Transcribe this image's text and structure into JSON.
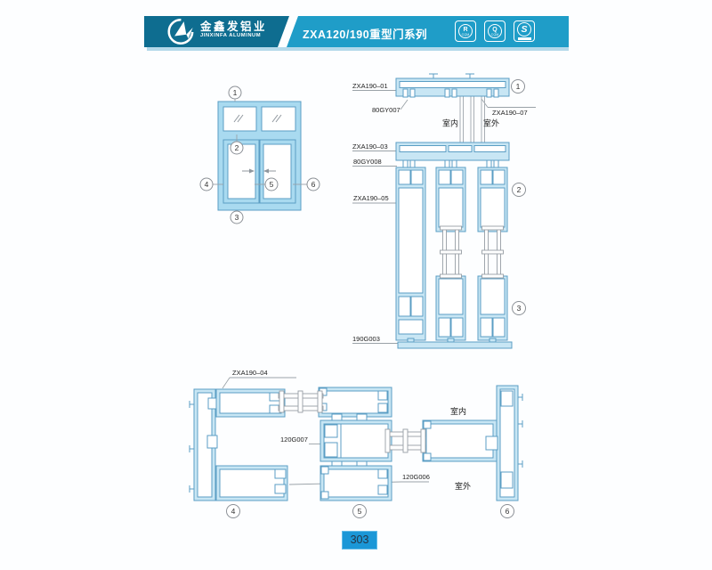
{
  "header": {
    "company_cn": "金鑫发铝业",
    "company_en": "JINXINFA ALUMINUM",
    "series_title": "ZXA120/190重型门系列",
    "arrow_glyph": "↘",
    "cert_icons": [
      {
        "name": "cqm-r",
        "letter": "R",
        "sub": "CQM"
      },
      {
        "name": "cqm-q",
        "letter": "Q",
        "sub": "CQM"
      },
      {
        "name": "s-mark",
        "letter": "S",
        "sub": ""
      }
    ],
    "colors": {
      "dark": "#0e6d90",
      "light": "#1f9dc8"
    }
  },
  "elevation": {
    "balloons": {
      "b1": "1",
      "b2": "2",
      "b3": "3",
      "b4": "4",
      "b5": "5",
      "b6": "6"
    }
  },
  "vertical_section": {
    "balloons": {
      "b1": "1",
      "b2": "2",
      "b3": "3"
    },
    "labels": {
      "head_profile": "ZXA190–01",
      "head_gasket": "80GY007",
      "glazing_bead": "ZXA190–07",
      "transom_profile": "ZXA190–03",
      "transom_gasket": "80GY008",
      "sash_profile": "ZXA190–05",
      "bottom_track": "190G003"
    },
    "indoor": "室内",
    "outdoor": "室外"
  },
  "horizontal_section": {
    "balloons": {
      "b4": "4",
      "b5": "5",
      "b6": "6"
    },
    "labels": {
      "frame_profile": "ZXA190–04",
      "glass_clamp_upper": "120G007",
      "glass_clamp_lower": "120G006"
    },
    "indoor": "室内",
    "outdoor": "室外"
  },
  "page_number": "303",
  "drawing_colors": {
    "profile_stroke": "#5b9ec4",
    "profile_fill": "#c8e6f4",
    "elevation_fill": "#a9daf0",
    "glass": "#979ea5",
    "page_num_bg": "#1b97d7"
  }
}
